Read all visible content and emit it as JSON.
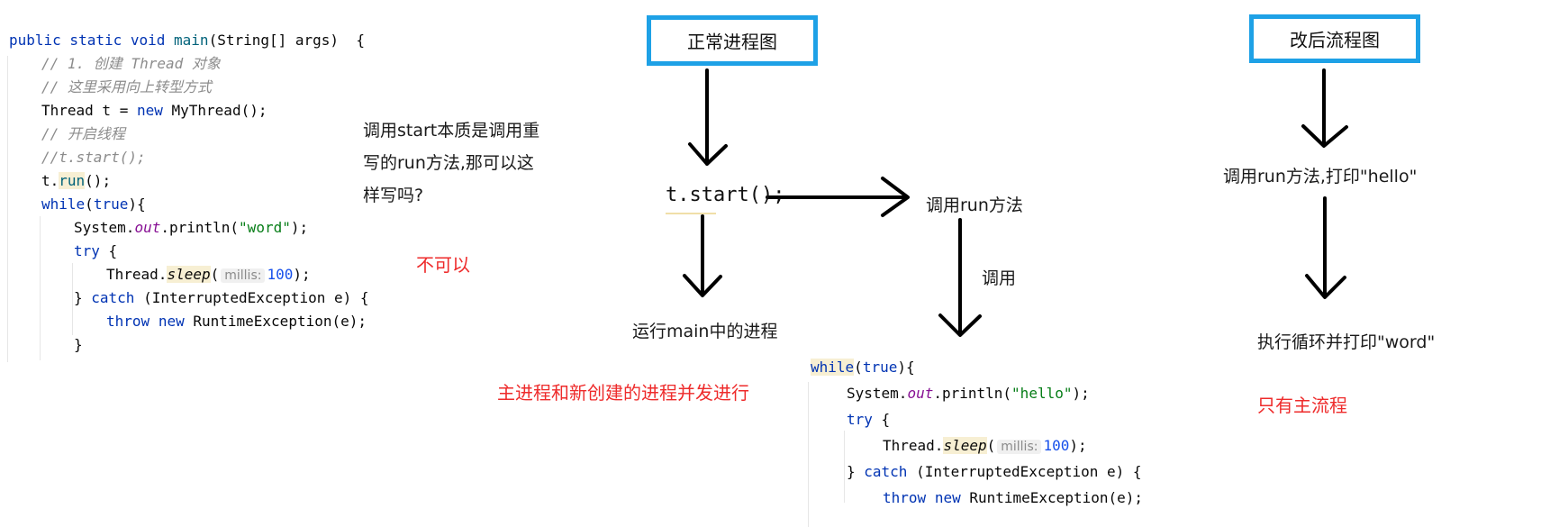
{
  "code_left": {
    "line_main_prefix": "public static void ",
    "line_main_fn": "main",
    "line_main_suffix": "(String[] args)  {",
    "comment1": "// 1. 创建 Thread 对象",
    "comment2": "// 这里采用向上转型方式",
    "line_new_prefix": "Thread t = ",
    "line_new_kw": "new",
    "line_new_suffix": " MyThread();",
    "comment3": "// 开启线程",
    "comment4": "//t.start();",
    "line_run_prefix": "t.",
    "line_run_hl": "run",
    "line_run_suffix": "();",
    "while_kw": "while",
    "while_paren_open": "(",
    "while_true": "true",
    "while_paren_close": "){",
    "print_prefix": "System.",
    "print_out": "out",
    "print_mid": ".println(",
    "print_str": "\"word\"",
    "print_end": ");",
    "try_kw": "try",
    "try_brace": " {",
    "sleep_prefix": "Thread.",
    "sleep_fn": "sleep",
    "sleep_paren": "(",
    "sleep_hint": "millis:",
    "sleep_num": "100",
    "sleep_end": ");",
    "catch_open": "} ",
    "catch_kw": "catch",
    "catch_rest": " (InterruptedException e) {",
    "throw_kw": "throw",
    "throw_sp": " ",
    "throw_new": "new",
    "throw_rest": " RuntimeException(e);",
    "close_brace": "}"
  },
  "question": {
    "line1": "调用start本质是调用重",
    "line2": "写的run方法,那可以这",
    "line3": "样写吗?"
  },
  "answer_no": "不可以",
  "normal_flow": {
    "title": "正常进程图",
    "tstart": "t.start();",
    "run_method": "调用run方法",
    "call": "调用",
    "main_process": "运行main中的进程",
    "concurrent_note": "主进程和新创建的进程并发进行"
  },
  "code_right": {
    "while_kw": "while",
    "while_paren_open": "(",
    "while_true": "true",
    "while_paren_close": "){",
    "print_prefix": "System.",
    "print_out": "out",
    "print_mid": ".println(",
    "print_str": "\"hello\"",
    "print_end": ");",
    "try_kw": "try",
    "try_brace": " {",
    "sleep_prefix": "Thread.",
    "sleep_fn": "sleep",
    "sleep_paren": "(",
    "sleep_hint": "millis:",
    "sleep_num": "100",
    "sleep_end": ");",
    "catch_open": "} ",
    "catch_kw": "catch",
    "catch_rest": " (InterruptedException e) {",
    "throw_kw": "throw",
    "throw_sp": " ",
    "throw_new": "new",
    "throw_rest": " RuntimeException(e);"
  },
  "modified_flow": {
    "title": "改后流程图",
    "step1": "调用run方法,打印\"hello\"",
    "step2": "执行循环并打印\"word\"",
    "note": "只有主流程"
  },
  "colors": {
    "box_border": "#1ea1e6",
    "red_text": "#ee2b2b",
    "keyword": "#0033b3",
    "comment": "#8c8c8c",
    "string": "#067d17",
    "number": "#1750eb"
  }
}
